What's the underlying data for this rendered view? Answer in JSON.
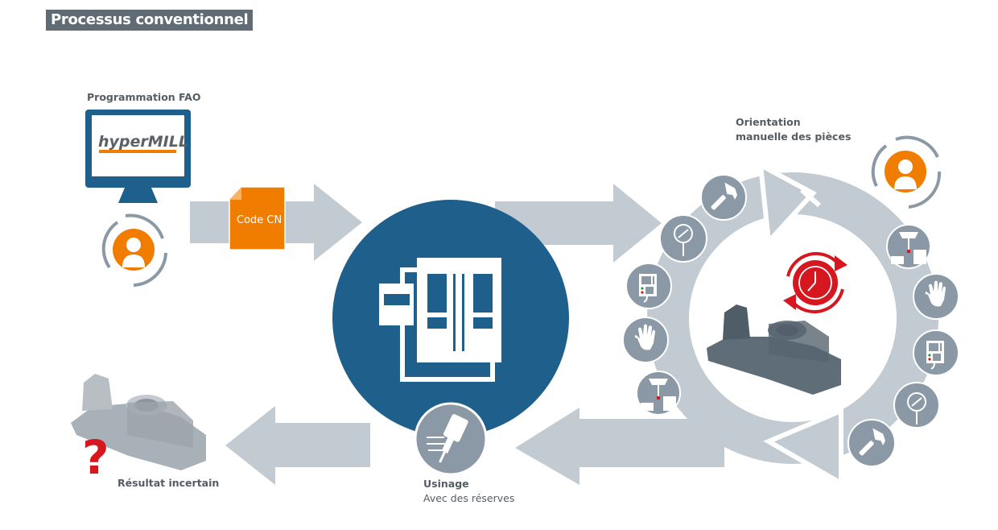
{
  "title": "Processus conventionnel",
  "colors": {
    "title_bg": "#5f6b75",
    "arrow_gray": "#c3cbd2",
    "icon_gray": "#8a99a5",
    "machine_blue": "#1f5f8b",
    "accent_orange": "#f07d00",
    "alert_red": "#d7171f",
    "part_gray": "#5e6d78"
  },
  "steps": {
    "cam_programming": {
      "label": "Programmation FAO",
      "software_logo": "hyperMILL",
      "icon": "monitor-icon",
      "person_icon": "user-icon"
    },
    "nc_code": {
      "label": "Code CN",
      "icon": "document-icon"
    },
    "machine": {
      "icon": "cnc-machine-icon"
    },
    "manual_orientation": {
      "label_line1": "Orientation",
      "label_line2": "manuelle des pièces",
      "cycle_icons_left": [
        "hammer-icon",
        "dial-gauge-icon",
        "control-panel-icon",
        "hand-icon",
        "probe-icon"
      ],
      "cycle_icons_right": [
        "user-icon",
        "probe-icon",
        "hand-icon",
        "control-panel-icon",
        "dial-gauge-icon",
        "hammer-icon"
      ],
      "center_icon": "clock-cycle-icon"
    },
    "machining": {
      "label": "Usinage",
      "sublabel": "Avec des réserves",
      "icon": "spindle-icon"
    },
    "result": {
      "label": "Résultat incertain",
      "icon": "question-mark-icon"
    }
  }
}
